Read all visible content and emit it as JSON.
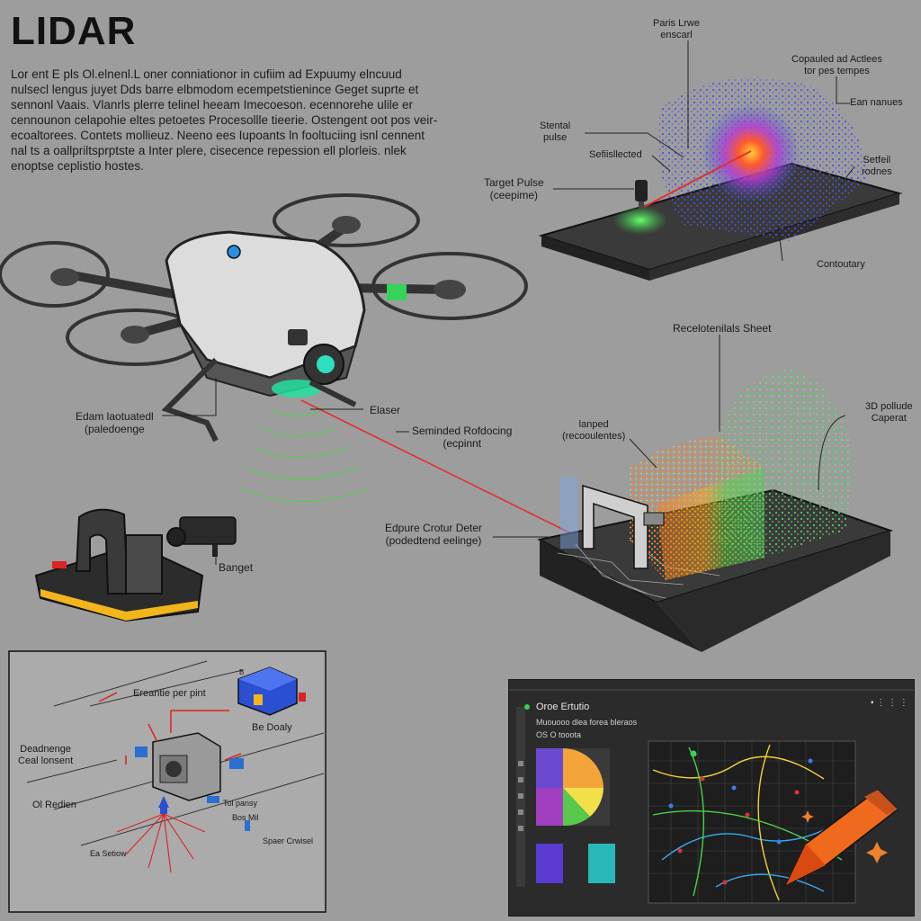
{
  "title": "LIDAR",
  "intro_text": "Lor ent E pls Ol.elnenl.L oner conniationor in cufiim ad Expuumy elncuud nulsecl lengus juyet Dds barre elbmodom ecempetstienince Geget suprte et sennonl Vaais. Vlanrls plerre telinel heeam Imecoeson. ecennorehe ulile er cennounon celapohie eltes petoetes Procesollle tieerie. Ostengent oot pos veir-ecoaltorees. Contets mollieuz. Neeno ees Iupoants ln fooltuciing isnl cennent nal ts a oallpriltsprptste a Inter plere, cisecence repession ell plorleis. nlek enoptse ceplistio hostes.",
  "labels": {
    "points_line": "Paris Lrwe\nenscarl",
    "capsule_actions": "Copauled ad Actlees\ntor pes tempes",
    "ean_nanuces": "Ean nanues",
    "stental_pulse": "Stental\npulse",
    "sefiselected": "Sefiisllected",
    "target_pulse": "Target Pulse\n(ceepime)",
    "setfeil_rodnes": "Setfeil\nrodnes",
    "contoutary": "Contoutary",
    "recelotentials_sheet": "Recelotenilals Sheet",
    "edam_lectuated": "Edam laotuatedl\n(paledoenge",
    "elaser": "Elaser",
    "semirted_refdecing": "Seminded Rofdocing\n(ecpinnt",
    "sd_pollde_caperat": "3D pollude\nCaperat",
    "lanped": "lanped\n(recooulentes)",
    "edpure_crotur": "Edpure Crotur Deter\n(podedtend eelinge)",
    "banget": "Banget",
    "erdantie_per_pint": "Ereantie per pint",
    "be_doaly": "Be Doaly",
    "deadnange_ceal": "Deadnenge\nCeal lonsent",
    "ol_redien": "Ol Redien",
    "tol_pansy": "Tol pansy",
    "bos_mil": "Bos Mil",
    "spaer_crwisel": "Spaer Crwisel",
    "en_setiow": "Ea Setiow",
    "b_small": "B"
  },
  "inset": {
    "header": "Oroe Ertutio",
    "sub1": "Muouooo dlea forea bleraos",
    "sub2": "OS O tooota",
    "controls": "▪  ⋮  ⋮  ⋮"
  },
  "colors": {
    "background": "#9d9d9d",
    "drone_body": "#dcdcdc",
    "accent_green": "#35d35a",
    "laser_red": "#e03030",
    "panel_dark": "#2b2b2b",
    "base_yellow": "#f2b51c",
    "cube_blue": "#2a4fd1"
  }
}
